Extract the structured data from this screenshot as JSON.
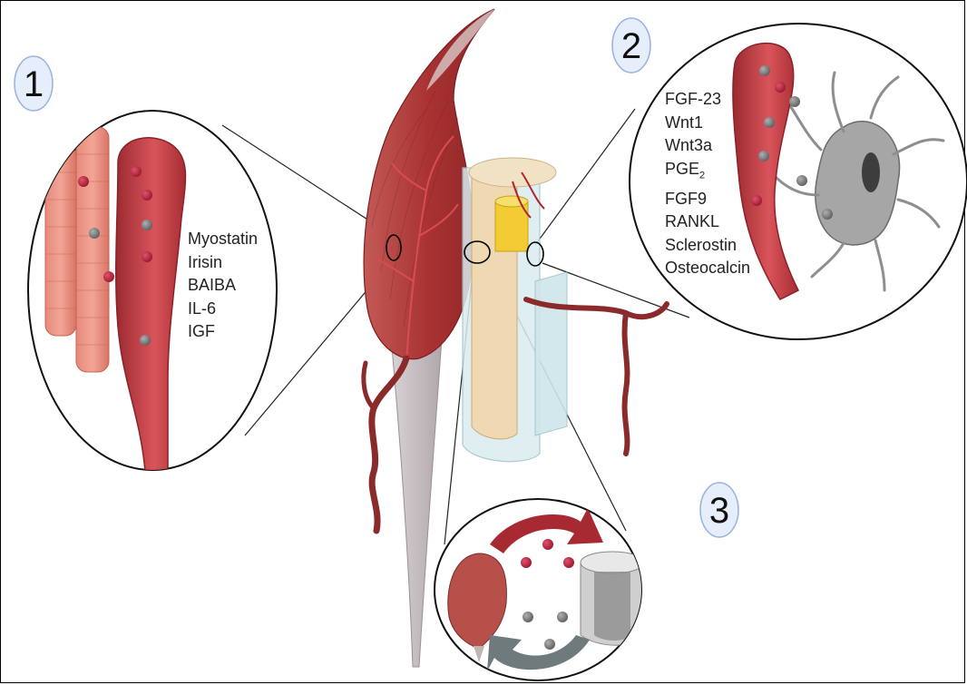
{
  "panels": [
    {
      "number": "1",
      "molecules": [
        "Myostatin",
        "Irisin",
        "BAIBA",
        "IL-6",
        "IGF"
      ]
    },
    {
      "number": "2",
      "molecules": [
        "FGF-23",
        "Wnt1",
        "Wnt3a",
        "PGE",
        "FGF9",
        "RANKL",
        "Sclerostin",
        "Osteocalcin"
      ],
      "pge_subscript": "2"
    },
    {
      "number": "3"
    }
  ],
  "colors": {
    "muscle": "#b23a3a",
    "vessel": "#c9434a",
    "bone": "#efd9b5",
    "marker_red": "#b51d3a",
    "marker_grey": "#7a7a7a",
    "badge_fill": "#e6eefb",
    "badge_stroke": "#9bb3e0"
  }
}
